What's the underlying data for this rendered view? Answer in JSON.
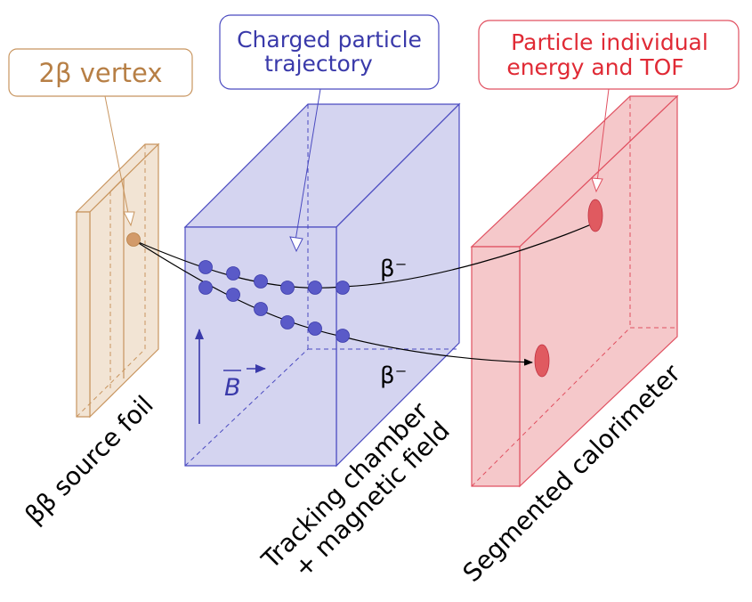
{
  "callouts": {
    "vertex": "2β vertex",
    "trajectory_line1": "Charged particle",
    "trajectory_line2": "trajectory",
    "energy_line1": "Particle individual",
    "energy_line2": "energy and TOF"
  },
  "labels": {
    "beta_top": "β⁻",
    "beta_bottom": "β⁻",
    "field_symbol": "B",
    "foil": "ββ source foil",
    "tracker_line1": "Tracking chamber",
    "tracker_line2": "+ magnetic field",
    "calorimeter": "Segmented calorimeter"
  },
  "colors": {
    "foil_fill": "#f2e4d4",
    "foil_stroke": "#c8955f",
    "vertex_dot": "#d29a6a",
    "vertex_text": "#b77f45",
    "tracker_fill": "#d4d4f0",
    "tracker_stroke": "#4a4ac0",
    "hit_dot": "#5a5ac8",
    "trajectory_text": "#3a3aaa",
    "calo_fill": "#f5c8ca",
    "calo_stroke": "#e05060",
    "calo_hit": "#e05a60",
    "energy_text": "#e02a35",
    "black": "#000000"
  }
}
